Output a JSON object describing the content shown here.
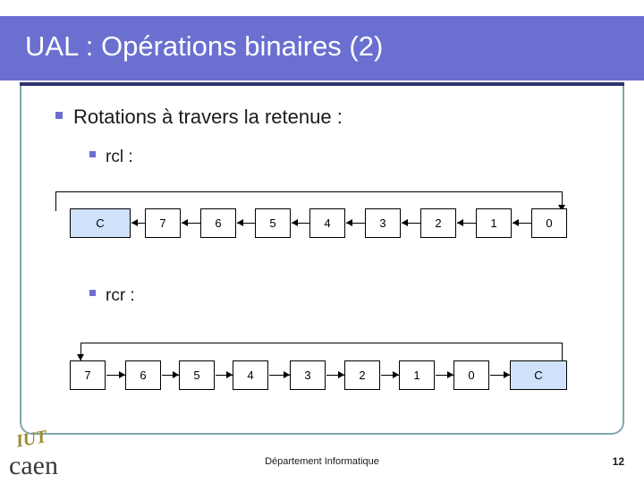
{
  "slide": {
    "title": "UAL : Opérations binaires (2)",
    "page_number": "12",
    "footer": "Département Informatique",
    "colors": {
      "band": "#6b6fd0",
      "rule": "#2d3273",
      "panel_border": "#7fa8ab",
      "carry_cell": "#cfe2f9",
      "bullet": "#6b6fd0"
    },
    "logo": {
      "top_text": "IUT",
      "bottom_text": "caen"
    },
    "bullets": {
      "level1": "Rotations à travers la retenue :",
      "rcl": "rcl :",
      "rcr": "rcr :"
    }
  },
  "diagrams": [
    {
      "name": "rcl",
      "cells": [
        "C",
        "7",
        "6",
        "5",
        "4",
        "3",
        "2",
        "1",
        "0"
      ],
      "carry_index": 0,
      "direction": "left"
    },
    {
      "name": "rcr",
      "cells": [
        "7",
        "6",
        "5",
        "4",
        "3",
        "2",
        "1",
        "0",
        "C"
      ],
      "carry_index": 8,
      "direction": "right"
    }
  ]
}
